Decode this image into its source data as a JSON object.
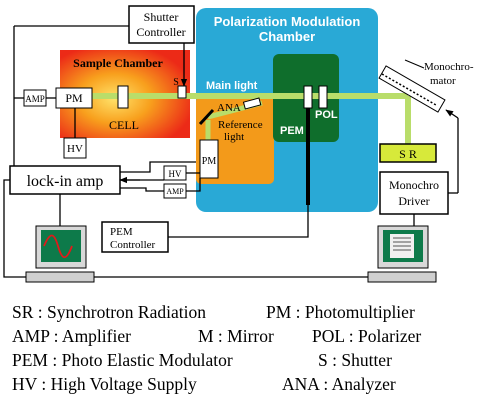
{
  "diagram": {
    "shutter_controller": [
      "Shutter",
      "Controller"
    ],
    "pm_chamber_title": [
      "Polarization Modulation",
      "Chamber"
    ],
    "sample_chamber": "Sample Chamber",
    "monochromator": [
      "Monochro-",
      "mator"
    ],
    "s_label": "S",
    "main_light": "Main light",
    "ana": "ANA",
    "reference_light": [
      "Reference",
      "light"
    ],
    "pem": "PEM",
    "pol": "POL",
    "amp_left": "AMP",
    "pm_left": "PM",
    "cell": "CELL",
    "hv_left": "HV",
    "pm_center": "PM",
    "hv_center": "HV",
    "amp_center": "AMP",
    "lock_in_amp": "lock-in amp",
    "sr_box": "S R",
    "mono_driver": [
      "Monochro",
      "Driver"
    ],
    "pem_controller": [
      "PEM",
      "Controller"
    ]
  },
  "legend": {
    "row1": [
      "SR : Synchrotron Radiation",
      "PM : Photomultiplier"
    ],
    "row2": [
      "AMP : Amplifier",
      "M : Mirror",
      "POL : Polarizer"
    ],
    "row3": [
      "PEM : Photo Elastic Modulator",
      "S : Shutter"
    ],
    "row4": [
      "HV : High Voltage Supply",
      "ANA : Analyzer"
    ]
  },
  "colors": {
    "pm_chamber": "#29a9d6",
    "pem_block": "#0f6e2c",
    "orange_block": "#f39a1a",
    "sample_red": "#ee2a18",
    "beam": "#b9dd6a",
    "sr_box_fill": "#d7e93a"
  }
}
